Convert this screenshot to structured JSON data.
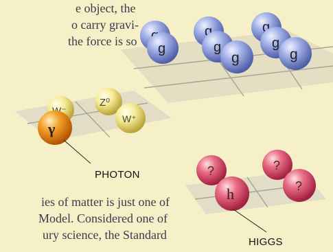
{
  "text_top": [
    "e object, the",
    "o carry gravi-",
    "the force is so"
  ],
  "text_bottom": [
    "ies of matter is just one of",
    " Model. Considered one of",
    "ury science, the Standard"
  ],
  "labels": {
    "photon": "PHOTON",
    "higgs": "HIGGS"
  },
  "particles": {
    "gluon": "g",
    "w_minus": "W⁻",
    "z0": "Z⁰",
    "photon": "γ",
    "w_plus": "W⁺",
    "higgs": "h",
    "unknown": "?"
  },
  "colors": {
    "background": "#f6f0c8",
    "gluon": "#8f9fd8",
    "w_z": "#f4e78c",
    "photon": "#f0961c",
    "higgs": "#e8607a",
    "grid": "#cfcab0"
  }
}
